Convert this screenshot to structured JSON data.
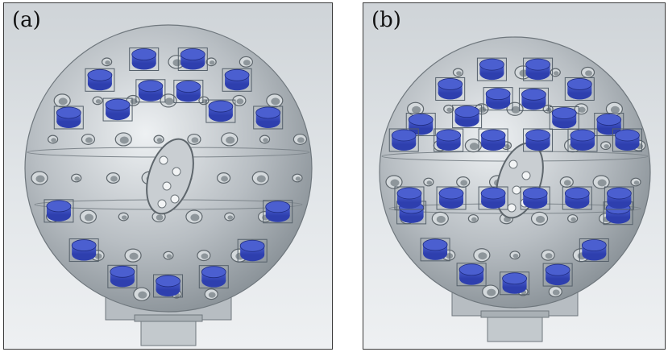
{
  "panels": [
    {
      "id": "a",
      "label": "(a)"
    },
    {
      "id": "b",
      "label": "(b)"
    }
  ],
  "colors": {
    "detector_blue": "#2e3fae",
    "detector_blue_light": "#4b5fd0",
    "sphere_light": "#eef1f3",
    "sphere_dark": "#8a9298",
    "port_rim": "#5e666c",
    "background_top": "#cfd4d8"
  }
}
